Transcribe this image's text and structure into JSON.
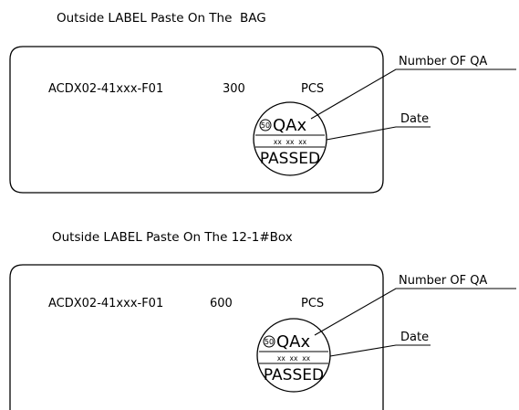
{
  "panels": [
    {
      "heading": "Outside LABEL Paste On The  BAG",
      "part_number": "ACDX02-41xxx-F01",
      "quantity": "300",
      "unit": "PCS",
      "stamp": {
        "number": "50",
        "code": "QAx",
        "date_placeholder": "xx  xx  xx",
        "result": "PASSED"
      },
      "callouts": {
        "qa_number": "Number OF QA",
        "date": "Date"
      }
    },
    {
      "heading": "Outside LABEL Paste On The 12-1#Box",
      "part_number": "ACDX02-41xxx-F01",
      "quantity": "600",
      "unit": "PCS",
      "stamp": {
        "number": "50",
        "code": "QAx",
        "date_placeholder": "xx  xx  xx",
        "result": "PASSED"
      },
      "callouts": {
        "qa_number": "Number OF QA",
        "date": "Date"
      }
    }
  ]
}
